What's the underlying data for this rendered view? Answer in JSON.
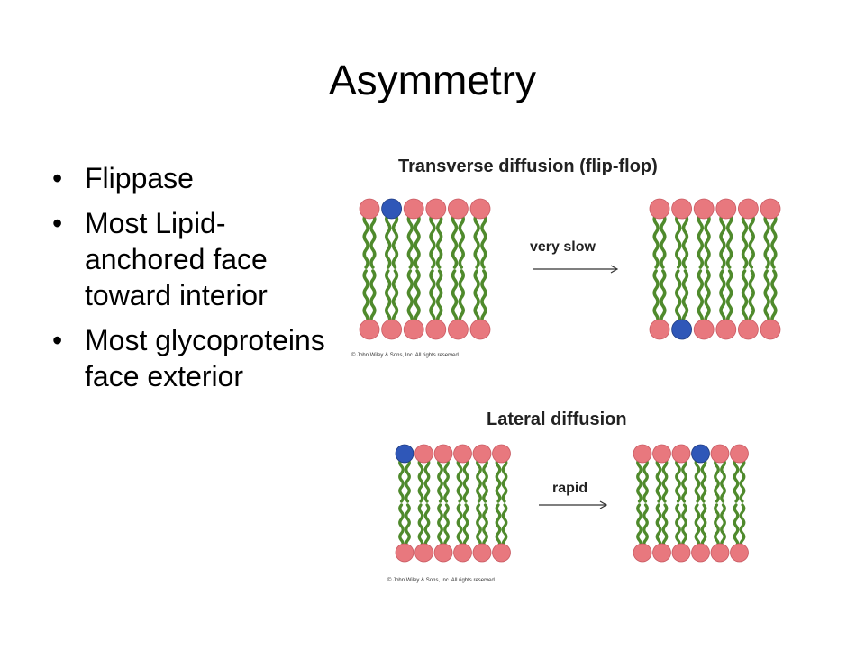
{
  "slide": {
    "title": "Asymmetry",
    "bullets": [
      "Flippase",
      "Most Lipid-anchored face toward interior",
      "Most glycoproteins face exterior"
    ]
  },
  "figures": {
    "transverse": {
      "title": "Transverse diffusion (flip-flop)",
      "arrow_label": "very slow",
      "copyright": "© John Wiley & Sons, Inc. All rights reserved."
    },
    "lateral": {
      "title": "Lateral diffusion",
      "arrow_label": "rapid",
      "copyright": "© John Wiley & Sons, Inc. All rights reserved."
    }
  },
  "colors": {
    "head_pink": "#e8787e",
    "head_blue": "#2f57b8",
    "tail_green": "#4f8a2c"
  }
}
